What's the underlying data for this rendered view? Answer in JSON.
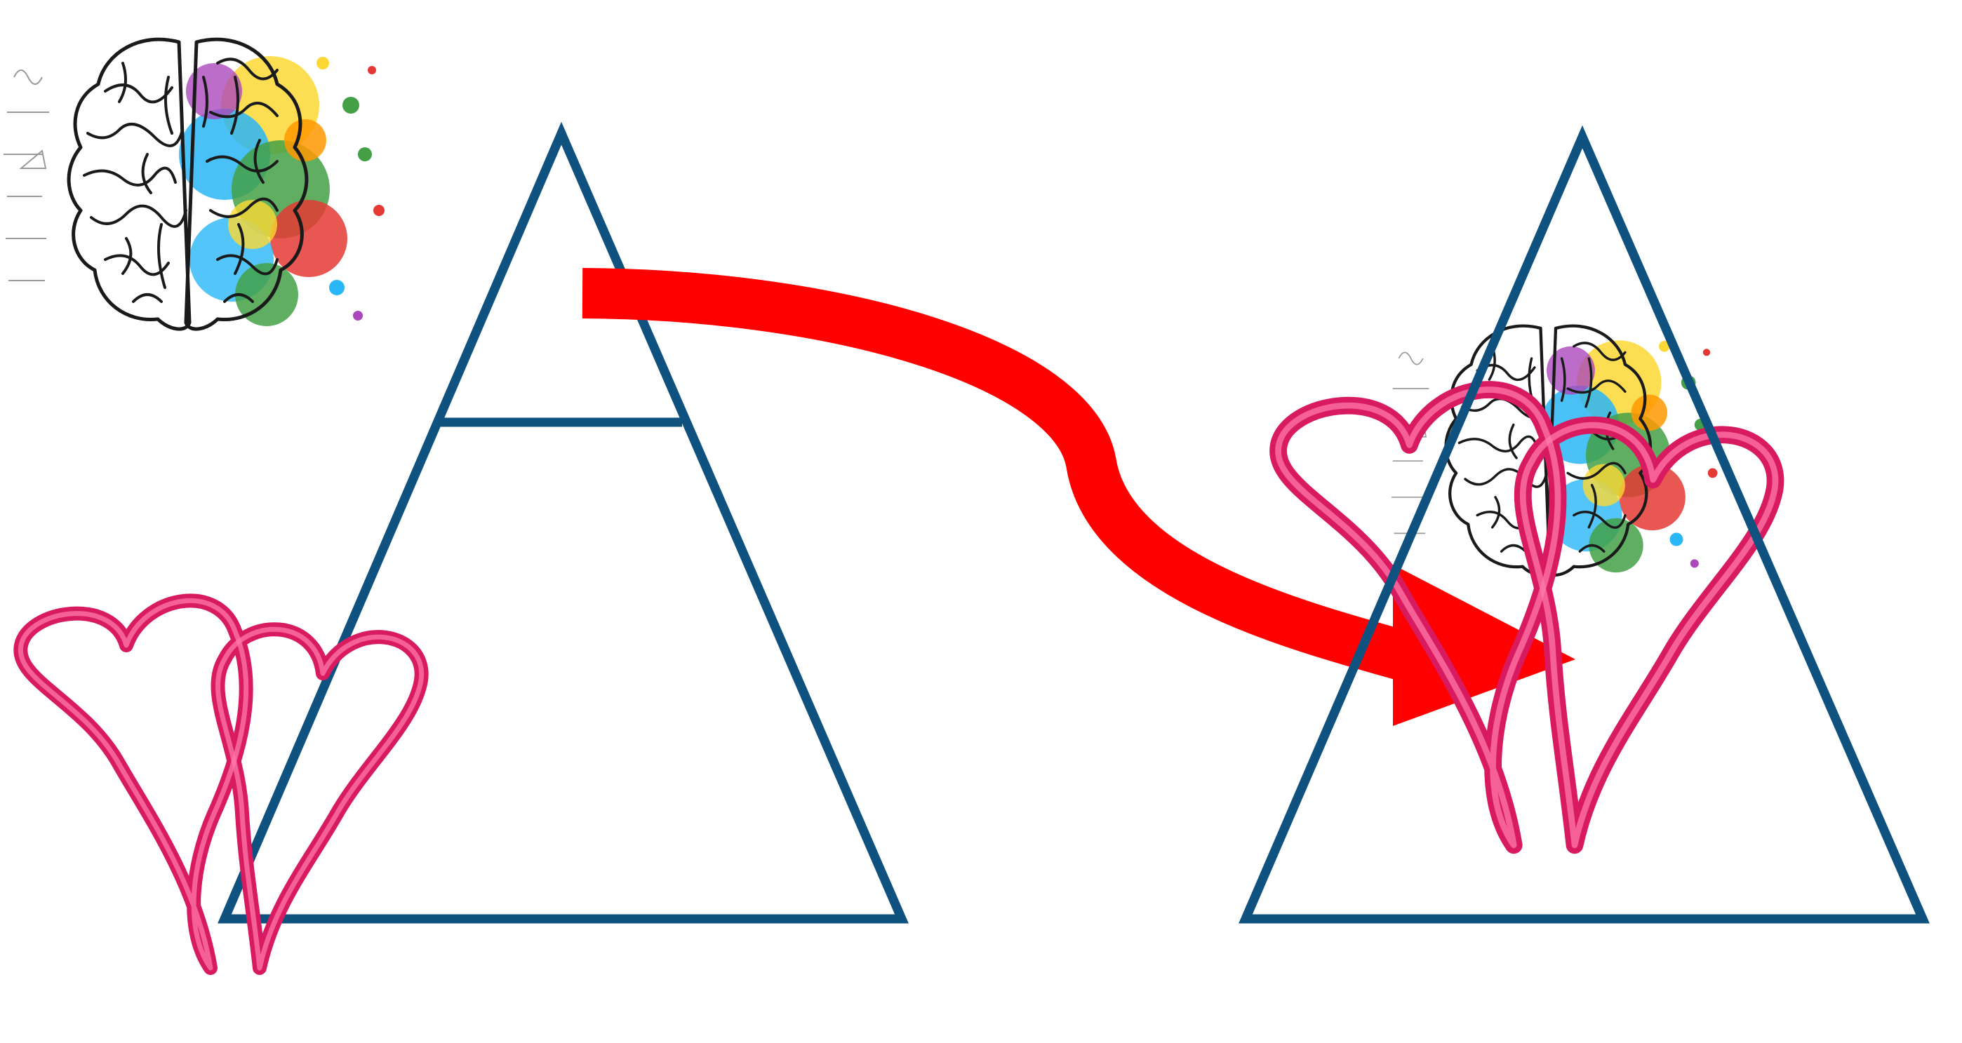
{
  "diagram": {
    "colors": {
      "triangle_stroke": "#0f5280",
      "heart_stroke": "#d81b60",
      "heart_highlight": "#ff7aa8",
      "arrow": "#ff0000",
      "paint_splatter": [
        "#e53935",
        "#fdd835",
        "#43a047",
        "#29b6f6",
        "#ab47bc",
        "#ff9800"
      ]
    },
    "left_figure": {
      "triangle": "pyramid",
      "divider": "horizontal-line-near-apex",
      "brain_position": "outside-upper-left",
      "hearts_position": "outside-lower-left"
    },
    "connector": {
      "type": "curved-arrow",
      "direction": "left-to-right"
    },
    "right_figure": {
      "triangle": "pyramid",
      "brain_position": "inside-triangle",
      "hearts_position": "inside-triangle"
    }
  }
}
